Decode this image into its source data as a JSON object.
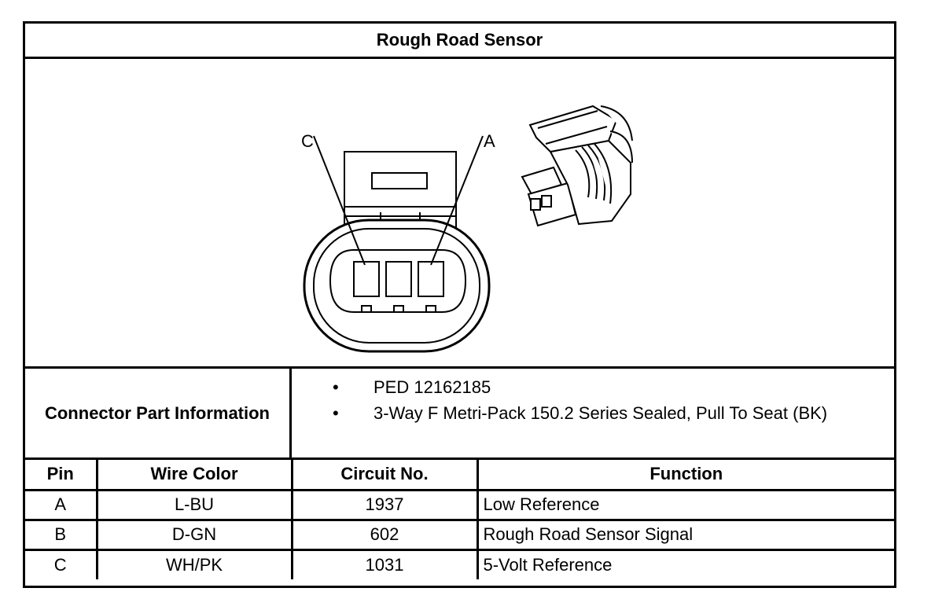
{
  "title": "Rough Road Sensor",
  "diagram": {
    "callouts": [
      "C",
      "A"
    ]
  },
  "connector_info": {
    "label": "Connector Part Information",
    "items": [
      "PED 12162185",
      "3-Way F Metri-Pack 150.2 Series Sealed, Pull To Seat (BK)"
    ],
    "bullet": "•"
  },
  "table": {
    "headers": [
      "Pin",
      "Wire Color",
      "Circuit No.",
      "Function"
    ],
    "rows": [
      [
        "A",
        "L-BU",
        "1937",
        "Low Reference"
      ],
      [
        "B",
        "D-GN",
        "602",
        "Rough Road Sensor Signal"
      ],
      [
        "C",
        "WH/PK",
        "1031",
        "5-Volt Reference"
      ]
    ]
  }
}
